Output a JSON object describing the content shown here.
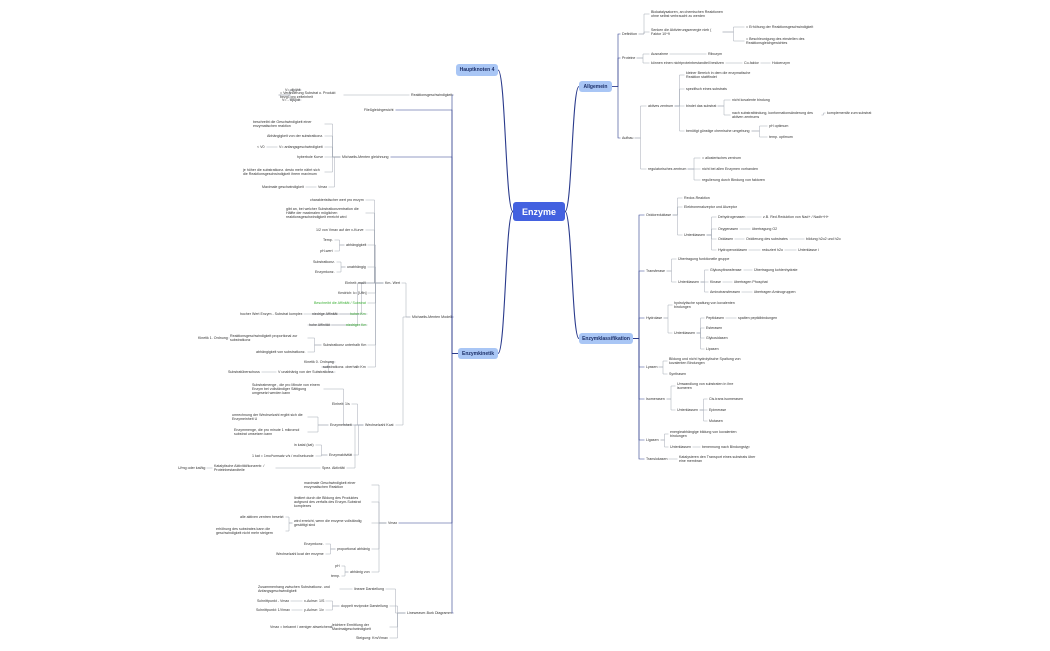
{
  "root": "Enzyme",
  "branches": {
    "haupt4": "Hauptknoten 4",
    "allgemein": "Allgemein",
    "kinetik": "Enzymkinetik",
    "klass": "Enzymklassifikation"
  },
  "labels": {
    "def": "Definition",
    "def_a": "Biokatalysatoren, an chemischen Reaktionen ohne selbst verbraucht zu werden",
    "def_b": "Senken die Aktivierungsenergie nieb ( Faktor 10^9",
    "def_b1": "= Erhöhung der Reaktionsgeschwindigkeit",
    "def_b2": "= Beschleunigung des einstellen des Reaktionsgleichgewichtes",
    "prot": "Proteine",
    "prot_a": "Ausnahme",
    "prot_a1": "Ribozym",
    "prot_b": "können einen nichtproteinbestandteil besitzen",
    "prot_b1": "Co-faktor",
    "prot_b2": "Holoenzym",
    "aufbau": "Aufbau",
    "akt": "aktives zentrum",
    "akt_1": "kleiner Bereich in dem die enzymatische Reaktion stattfindet",
    "akt_2": "spezifisch eines substrats",
    "akt_3": "bindet das substrat",
    "akt_3a": "nicht kovalente bindung",
    "akt_3b": "nach substratbindung, konformationsänderung des aktiven zentrums",
    "akt_3b1": "komplementär zum substrat",
    "akt_4": "benötigt günstige chemische umgebung",
    "akt_4a": "pH optimum",
    "akt_4b": "temp. optimum",
    "reg": "regulatorisches zentrum",
    "reg_1": "= allosterisches zentrum",
    "reg_2": "nicht bei allen Enzymen vorhanden",
    "reg_3": "regulierung durch Bindung von faktoren",
    "oxi": "Oxidoreduktase",
    "oxi_1": "Redox-Reaktion",
    "oxi_2": "Elektronenakzeptor und Akzeptor",
    "oxi_u": "Unterklassen",
    "oxi_u1": "Dehydrogenasen",
    "oxi_u1a": "z.B. Red.Reduktion von Nad+ / Nadh+H+",
    "oxi_u2": "Oxygenasen",
    "oxi_u2a": "übertragung O2",
    "oxi_u3": "Oxidasen",
    "oxi_u3a": "Oxidierung des substrates",
    "oxi_u3b": "bildung h2o2 und h2o",
    "oxi_u4": "Hydroperoxidasen",
    "oxi_u4a": "reduziert h2o",
    "oxi_u4b": "Unterklasse i",
    "trans": "Transferase",
    "trans_1": "Übertragung funktionelle gruppe",
    "trans_u": "Unterklassen",
    "trans_u1": "Glykosyltransferase",
    "trans_u1a": "Übertragung kohlenhydrate",
    "trans_u2": "Kinase",
    "trans_u2a": "übertragen Phosphat",
    "trans_u3": "Aminotransferasen",
    "trans_u3a": "übertragen Aminogruppen",
    "hyd": "Hydrolase",
    "hyd_1": "hydrolytische spaltung von kovalenten bindungen",
    "hyd_u": "Unterklassen",
    "hyd_u1": "Peptidasen",
    "hyd_u1a": "spalten peptidbindungen",
    "hyd_u2": "Esterasen",
    "hyd_u3": "Glykosidasen",
    "hyd_u4": "Lipasen",
    "lya": "Lyasen",
    "lya_1": "Bildung und nicht hydrolytische Spaltung von kovalenten Bindungen",
    "lya_2": "Synthasen",
    "iso": "Isomerasen",
    "iso_1": "Umwandlung von substraten in ihre isomeren",
    "iso_u": "Unterklassen",
    "iso_u1": "Cis-trans isomerasen",
    "iso_u2": "Epimerase",
    "iso_u3": "Mutasen",
    "lig": "Ligasen",
    "lig_1": "energieabhängige bildung von kovalenten bindungen",
    "lig_u": "Unterklassen",
    "lig_u1": "benennung nach Bindungstyp",
    "tra": "Translokasen",
    "tra_1": "Katalysieren den Transport eines substrats über eine membran",
    "rg": "Reaktionsgeschwindigkeit",
    "rg_1": "= Veränderung Substrat o. Produkt bezgl. pro zeiteinheit",
    "rg_1a": "V= d[p]/dt",
    "rg_1b": "V= - d[S]/dt",
    "fg": "Fließgleichgewicht",
    "mmg": "Michaelis-Menten gleichnung",
    "mmg_1": "beschreibt die Geschwindigkeit einer enzymatischen reaktion",
    "mmg_2": "Abhängigkeit von der substratkonz.",
    "mmg_3": "V= anfangsgeschwindigkeit",
    "mmg_3a": "< V0",
    "mmg_4": "hyberbole Kurve",
    "mmg_5": "je höher die substratkonz. desto mehr nährt sich die Reaktionsgeschwindigkeit ihrem maximum",
    "mmg_6": "Vmax",
    "mmg_6a": "Maximale geschwindigkeit",
    "mmm": "Michaelis-Menten Modell",
    "km": "Km- Wert",
    "km_1": "charakteristischer wert pro enzym",
    "km_2": "gibt an, bei welcher Substratkonzentration die Hälfte der maximalen möglichen reaktionsgeschwindigkeit erreicht wird",
    "km_3": "1/2 von Vmax auf der x-Kurve",
    "km_4": "abhängigkeit",
    "km_4a": "Temp.",
    "km_4b": "pH-wert",
    "km_5": "unabhängig",
    "km_5a": "Substratkonz.",
    "km_5b": "Enzymkonz.",
    "km_6": "Einheit: mol/l",
    "km_7": "Kmdrich: k= [Ufin]",
    "km_8": "Beschreibt die Affinität / Substrat",
    "km_9": "niedrige Affinität",
    "km_9a": "hoher Km",
    "km_9b": "hocher Wert  Enzym - Substrat komplex",
    "km_10": "hohe Affinität",
    "km_10a": "niedriger Km",
    "km_11": "Substratkonz unterhalb Km",
    "km_11a": "Reaktionsgeschwindigkeit proportional zur substratkonz",
    "km_11b": "Kinetik 1. Ordnung",
    "km_11c": "abhängigkeit von substratkonz.",
    "km_12": "substratkonz. oberhalb Km",
    "km_12a": "Kinetik 0. Ordnung",
    "km_12b": "V unabhänig von der Substratkonz.",
    "km_12c": "Substratüberschuss",
    "wz": "Wechselzahl Kcat",
    "wz_1": "Substratmenge , die pro Minute von einem Enzym bei vollständiger Sättigung umgesetzt werden kann",
    "wz_2": "Einheit: 1/s",
    "wz_3": "Enzymeinheit",
    "wz_3a": "umrechnung der Wechselzahl ergibt sich die Enzymeinheit U",
    "wz_3b": "Enzymmenge, die pro minute 1 mikromol substrat umsetzen kann",
    "wz_4": "Enzymaktivität",
    "wz_4a": "in katal (kat)",
    "wz_4b": "1 kat = 1mol*umsatz v/s / mol/sekunde",
    "wz_5": "Spez. Aktivität",
    "wz_5a": "Katalytische Aktivität/konzentr. / Proteinbestandteile",
    "wz_5b": "U/mg oder kat/kg",
    "vmax": "Vmax",
    "vmax_1": "maximale Geschwindigkeit einer enzymatischen Reaktion",
    "vmax_2": "limitiert durch die Bildung des Produktes aufgrund des zerfalls des Enzym-Substrat komplexes",
    "vmax_3": "wird erreicht, wenn die enzyme vollständig gesättigt sind",
    "vmax_3a": "alle aktiven zentren besetzt",
    "vmax_3b": "erhöhung des substrates kann die geschwindigkeit nicht mehr steigern",
    "vmax_4": "proportional abhänig",
    "vmax_4a": "Enzymkonz.",
    "vmax_4b": "Wechselzahl kcat der enzyme",
    "vmax_5": "abhänig von",
    "vmax_5a": "pH",
    "vmax_5b": "temp.",
    "lb": "Lineweaver-Burk Diagramm",
    "lb_1": "lineare Darstellung",
    "lb_1a": "Zusammenhang zwischen Substratkonz. und Anfangsgeschwindigkeit",
    "lb_2": "doppelt reziproke Darstellung",
    "lb_2a": "x-Achse: 1/S",
    "lb_2b": "Schnittpunkt - Vmax",
    "lb_2c": "y-Achse: 1/v",
    "lb_2d": "Schnittpunkt: 1/Vmax",
    "lb_3": "leichtere Ermittlung der Maximalgeschwindigkeit",
    "lb_3a": "Vmax = bekannt / weniger abweichend",
    "lb_4": "Steigung: Km/Vmax"
  },
  "colors": {
    "root": "#4361e0",
    "branch": "#a9c6f5",
    "line": "#2a3a8c",
    "leaf_line": "#9aa0ad",
    "highlight": "#3cb035"
  }
}
